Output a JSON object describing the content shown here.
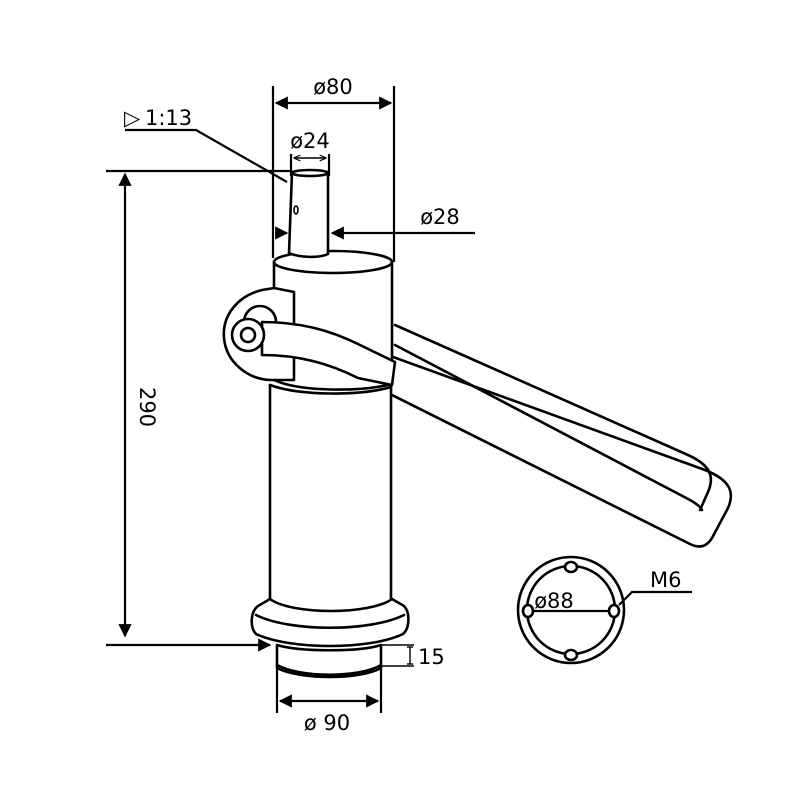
{
  "drawing": {
    "title": "Hand lever pump technical drawing",
    "stroke_color": "#000000",
    "background_color": "#ffffff"
  },
  "dimensions": {
    "top_diameter": "ø80",
    "taper": "1:13",
    "taper_symbol": "▷",
    "spindle_diameter": "ø24",
    "shaft_diameter": "ø28",
    "overall_height": "290",
    "base_diameter": "ø 90",
    "spigot_height": "15",
    "bolt_circle": "ø88",
    "thread": "M6"
  },
  "views": [
    {
      "name": "side-elevation",
      "components": [
        "spindle",
        "upper-housing",
        "pivot-boss",
        "lever-handle",
        "lower-barrel",
        "base-flange",
        "spigot"
      ]
    },
    {
      "name": "flange-plan-view",
      "components": [
        "outer-ring",
        "bolt-circle",
        "bolt-holes-4"
      ]
    }
  ]
}
